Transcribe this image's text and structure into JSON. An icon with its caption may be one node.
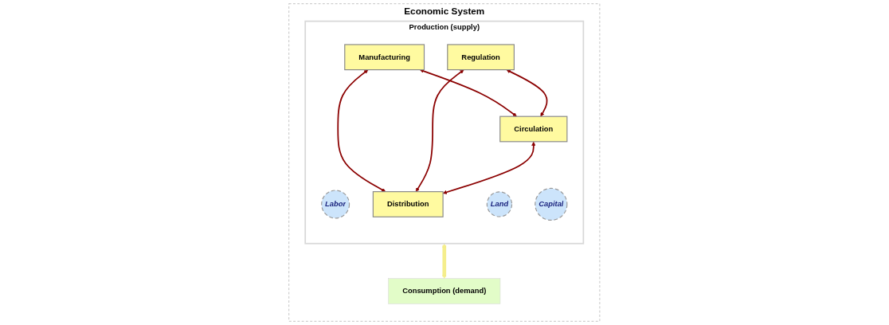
{
  "diagram": {
    "nodes": [
      {
        "text": [
          "Economic System"
        ]
      },
      {
        "text": [
          "Production (supply)"
        ],
        "in": 0
      },
      {
        "text": [
          "Labor"
        ],
        "in": 1
      },
      {
        "text": [
          "Land"
        ],
        "in": 1
      },
      {
        "text": [
          "Capital"
        ],
        "in": 1
      },
      {
        "text": [
          "Manufacturing"
        ],
        "in": 1
      },
      {
        "text": [
          "Regulation"
        ],
        "in": 1
      },
      {
        "text": [
          "Circulation"
        ],
        "in": 1
      },
      {
        "text": [
          "Distribution"
        ],
        "in": 1
      },
      {
        "text": [
          "Consumption (demand)"
        ],
        "in": 0
      }
    ],
    "edges": [
      {
        "from": 5,
        "to": 7,
        "arrow": "both"
      },
      {
        "from": 6,
        "to": 7,
        "arrow": "both"
      },
      {
        "from": 5,
        "to": 8,
        "arrow": "both"
      },
      {
        "from": 6,
        "to": 8,
        "arrow": "both"
      },
      {
        "from": 7,
        "to": 8,
        "arrow": "both"
      },
      {
        "from": 1,
        "to": 9,
        "arrow": "both",
        "style": "thick",
        "color": "#f5ee8c"
      }
    ]
  }
}
